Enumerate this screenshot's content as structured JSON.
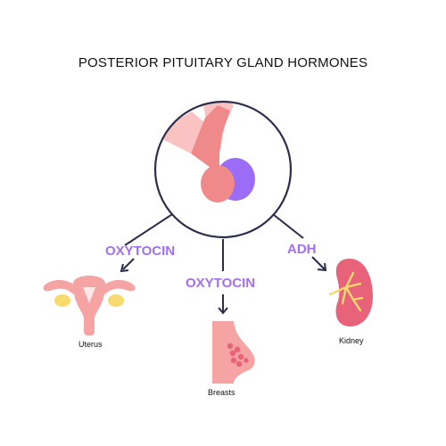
{
  "title": "POSTERIOR PITUITARY GLAND HORMONES",
  "hormones": {
    "left": "OXYTOCIN",
    "middle": "OXYTOCIN",
    "right": "ADH"
  },
  "organs": {
    "uterus": "Uterus",
    "breasts": "Breasts",
    "kidney": "Kidney"
  },
  "colors": {
    "line": "#2b2d4a",
    "accent": "#a070f0",
    "pink_light": "#f9c3c3",
    "pink": "#f08a8a",
    "purple": "#9b6cf5",
    "organ_pink": "#f5a3a3",
    "kidney_red": "#e8627a",
    "yellow": "#f6dc6e"
  },
  "icons": [
    "pituitary-gland-icon",
    "uterus-icon",
    "breast-icon",
    "kidney-icon"
  ]
}
